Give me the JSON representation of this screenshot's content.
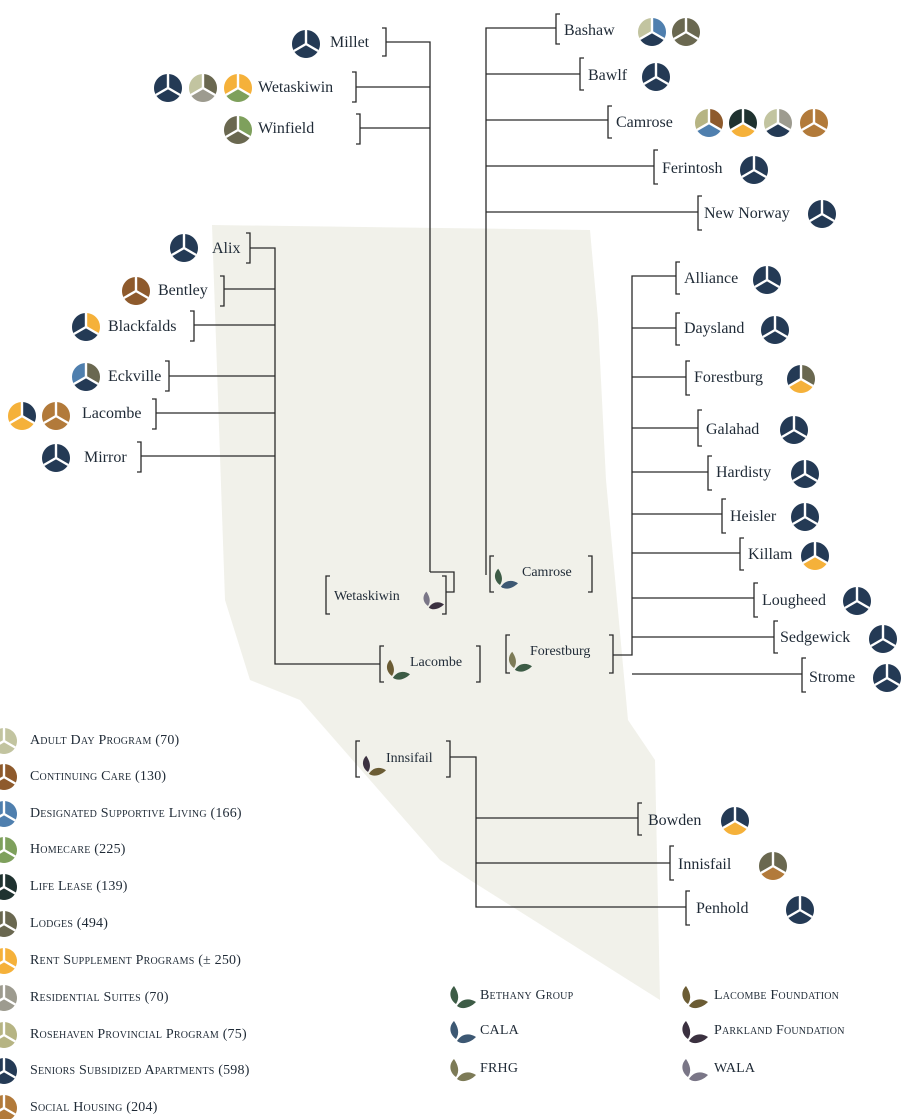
{
  "colors": {
    "adult_day": "#c2c4a0",
    "continuing_care": "#8e5a2c",
    "designated_supportive": "#4f7fae",
    "homecare": "#7ea05c",
    "life_lease": "#1f3230",
    "lodges": "#6a6850",
    "rent_supplement": "#f5b13a",
    "residential_suites": "#9d9b8f",
    "rosehaven": "#b6b483",
    "seniors_subsidized": "#243a55",
    "social_housing": "#b27a3a",
    "bethany": "#3d5c46",
    "cala": "#3d5873",
    "frhg": "#7d7b57",
    "lacombe_foundation": "#6b5c34",
    "parkland": "#3b3140",
    "wala": "#7a7687",
    "map_fill": "#f1f1ea",
    "line": "#2a2a2a"
  },
  "towns": {
    "millet": "Millet",
    "wetaskiwin": "Wetaskiwin",
    "winfield": "Winfield",
    "bashaw": "Bashaw",
    "bawlf": "Bawlf",
    "camrose": "Camrose",
    "ferintosh": "Ferintosh",
    "new_norway": "New Norway",
    "alix": "Alix",
    "bentley": "Bentley",
    "blackfalds": "Blackfalds",
    "eckville": "Eckville",
    "lacombe": "Lacombe",
    "mirror": "Mirror",
    "alliance": "Alliance",
    "daysland": "Daysland",
    "forestburg": "Forestburg",
    "galahad": "Galahad",
    "hardisty": "Hardisty",
    "heisler": "Heisler",
    "killam": "Killam",
    "lougheed": "Lougheed",
    "sedgewick": "Sedgewick",
    "strome": "Strome",
    "bowden": "Bowden",
    "innisfail": "Innisfail",
    "penhold": "Penhold"
  },
  "centres": {
    "wetaskiwin": "Wetaskiwin",
    "camrose": "Camrose",
    "lacombe": "Lacombe",
    "forestburg": "Forestburg",
    "innisfail": "Innsifail"
  },
  "legend_services": [
    "Adult Day Program (70)",
    "Continuing Care (130)",
    "Designated Supportive Living (166)",
    "Homecare (225)",
    "Life Lease (139)",
    "Lodges (494)",
    "Rent Supplement Programs (± 250)",
    "Residential Suites (70)",
    "Rosehaven Provincial Program (75)",
    "Seniors Subsidized Apartments (598)",
    "Social Housing (204)"
  ],
  "legend_orgs": [
    "Bethany Group",
    "CALA",
    "FRHG",
    "Lacombe Foundation",
    "Parkland Foundation",
    "WALA"
  ],
  "icon_names": {
    "service": "tri-segment-circle-icon",
    "organization": "leaf-icon"
  }
}
